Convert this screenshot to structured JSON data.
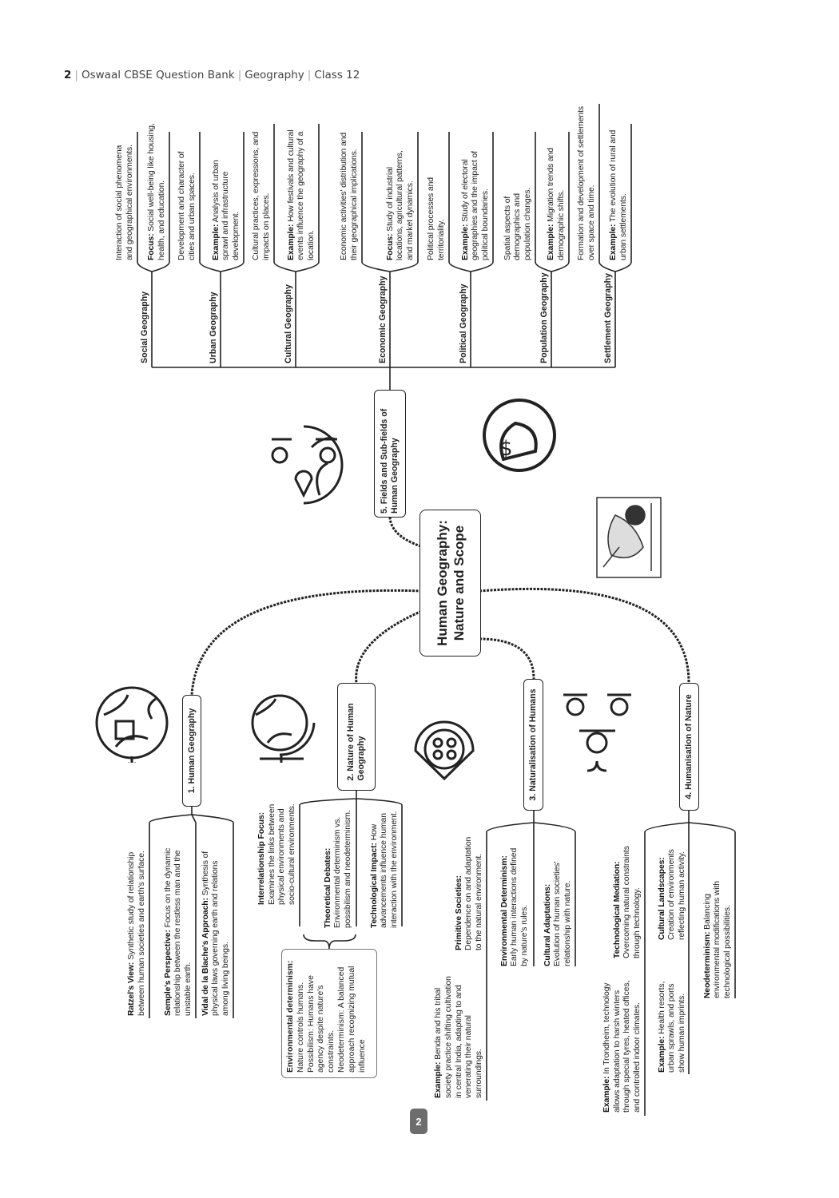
{
  "header": {
    "page": "2",
    "book": "Oswaal CBSE Question Bank",
    "subject": "Geography",
    "class": "Class 12"
  },
  "center": {
    "line1": "Human Geography:",
    "line2": "Nature and Scope"
  },
  "page_badge": "2",
  "branches": [
    {
      "label": "1. Human Geography",
      "leaves": [
        {
          "bold": "Ratzel's View:",
          "text": " Synthetic study of relationship between human societies and earth's surface."
        },
        {
          "bold": "Semple's Perspective:",
          "text": " Focus on the dynamic relationship between the restless man and the unstable earth."
        },
        {
          "bold": "Vidal de la Blache's Approach:",
          "text": " Synthesis of physical laws governing earth and relations among living beings."
        }
      ]
    },
    {
      "label": "2. Nature of Human Geography",
      "leaves": [
        {
          "bold": "Interrelationship Focus:",
          "text": "Examines the links between physical environments and socio-cultural environments."
        },
        {
          "bold": "Theoretical Debates:",
          "text": "Environmental determinism vs. possibilism and neodeterminism."
        },
        {
          "bold": "Technological Impact:",
          "text": " How advancements influence human interaction with the environment."
        }
      ],
      "box": {
        "bold": "Environmental determinism:",
        "lines": [
          "Nature controls humans.",
          "Possibilism: Humans have agency despite nature's constraints.",
          "Neodeterminism: A balanced approach recognizing mutual influence"
        ]
      }
    },
    {
      "label": "3. Naturalisation of Humans",
      "leaves": [
        {
          "bold": "Primitive Societies:",
          "text": "Dependence on and adaptation to the natural environment."
        },
        {
          "bold": "Example:",
          "text": " Benda and his tribal society practice shifting cultivation in central India, adapting to and venerating their natural surroundings."
        },
        {
          "bold": "Environmental Determinism:",
          "text": "Early human interactions defined by nature's rules."
        },
        {
          "bold": "Cultural Adaptations:",
          "text": "Evolution of human societies' relationship with nature."
        }
      ]
    },
    {
      "label": "4. Humanisation of Nature",
      "leaves": [
        {
          "bold": "Technological Mediation:",
          "text": "Overcoming natural constraints through technology."
        },
        {
          "bold": "Example:",
          "text": " In Trondheim, technology allows adaptation to harsh winters through special tyres, heated offices, and controlled indoor climates."
        },
        {
          "bold": "Cultural Landscapes:",
          "text": "Creation of environments reflecting human activity."
        },
        {
          "bold": "Example:",
          "text": " Health resorts, urban sprawls, and ports show human imprints."
        },
        {
          "bold": "Neodeterminism:",
          "text": " Balancing environmental modifications with technological possibilities."
        }
      ]
    }
  ],
  "fields": {
    "label_line1": "5. Fields and Sub-fields of",
    "label_line2": "Human Geography",
    "subfields": [
      {
        "label": "Social Geography",
        "leaves": [
          {
            "bold": "",
            "text": "Interaction of social phenomena and geographical environments."
          },
          {
            "bold": "Focus:",
            "text": " Social well-being like housing, health, and education."
          }
        ]
      },
      {
        "label": "Urban Geography",
        "leaves": [
          {
            "bold": "",
            "text": "Development and character of cities and urban spaces."
          },
          {
            "bold": "Example:",
            "text": " Analysis of urban sprawl and infrastructure development."
          }
        ]
      },
      {
        "label": "Cultural Geography",
        "leaves": [
          {
            "bold": "",
            "text": "Cultural practices, expressions, and impacts on places."
          },
          {
            "bold": "Example:",
            "text": " How festivals and cultural events influence the geography of a location."
          }
        ]
      },
      {
        "label": "Economic Geography",
        "leaves": [
          {
            "bold": "",
            "text": "Economic activities' distribution and their geographical implications."
          },
          {
            "bold": "Focus:",
            "text": " Study of industrial locations, agricultural patterns, and market dynamics."
          }
        ]
      },
      {
        "label": "Political Geography",
        "leaves": [
          {
            "bold": "",
            "text": "Political processes and territoriality."
          },
          {
            "bold": "Example:",
            "text": " Study of electoral geographies and the impact of political boundaries."
          }
        ]
      },
      {
        "label": "Population Geography",
        "leaves": [
          {
            "bold": "",
            "text": "Spatial aspects of demographics and population changes."
          },
          {
            "bold": "Example:",
            "text": " Migration trends and demographic shifts."
          }
        ]
      },
      {
        "label": "Settlement Geography",
        "leaves": [
          {
            "bold": "",
            "text": "Formation and development of settlements over space and time."
          },
          {
            "bold": "Example:",
            "text": " The evolution of rural and urban settlements."
          }
        ]
      }
    ]
  }
}
